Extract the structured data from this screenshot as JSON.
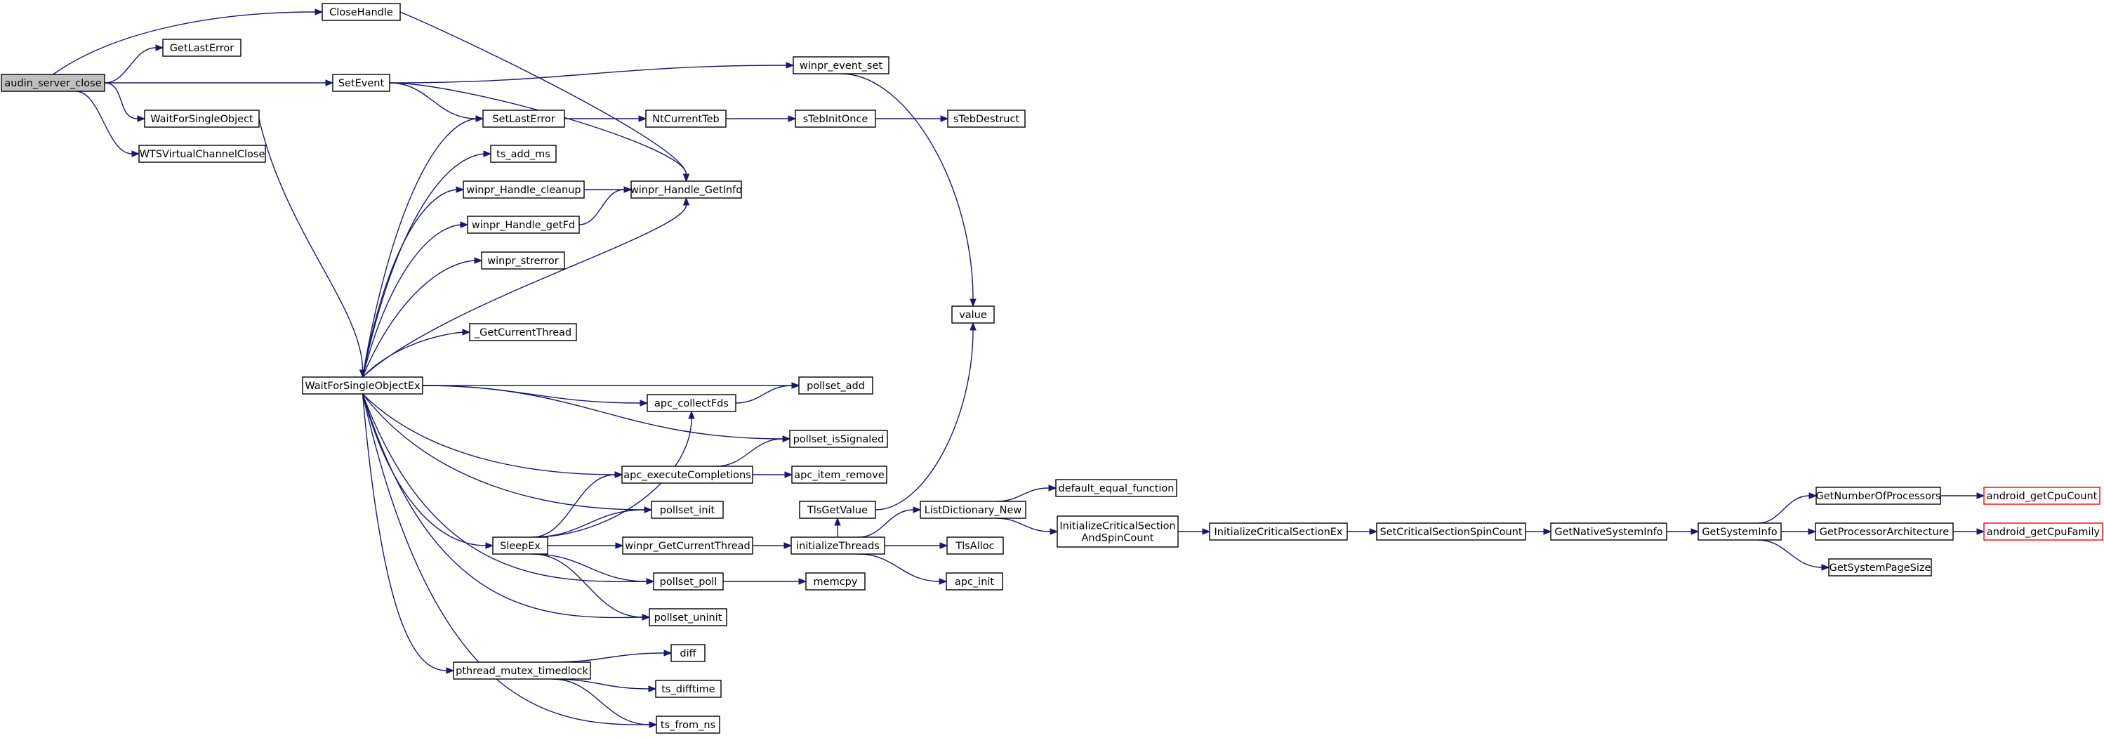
{
  "colors": {
    "edge": "#191970",
    "node_border": "#000000",
    "node_fill": "#ffffff",
    "root_fill": "#bfbfbf",
    "truncated_border": "#ff0000"
  },
  "nodes": [
    {
      "id": "audin_server_close",
      "label": "audin_server_close",
      "role": "root"
    },
    {
      "id": "CloseHandle",
      "label": "CloseHandle"
    },
    {
      "id": "GetLastError",
      "label": "GetLastError"
    },
    {
      "id": "SetEvent",
      "label": "SetEvent"
    },
    {
      "id": "WaitForSingleObject",
      "label": "WaitForSingleObject"
    },
    {
      "id": "WTSVirtualChannelClose",
      "label": "WTSVirtualChannelClose"
    },
    {
      "id": "winpr_event_set",
      "label": "winpr_event_set"
    },
    {
      "id": "SetLastError",
      "label": "SetLastError"
    },
    {
      "id": "NtCurrentTeb",
      "label": "NtCurrentTeb"
    },
    {
      "id": "sTebInitOnce",
      "label": "sTebInitOnce"
    },
    {
      "id": "sTebDestruct",
      "label": "sTebDestruct"
    },
    {
      "id": "ts_add_ms",
      "label": "ts_add_ms"
    },
    {
      "id": "winpr_Handle_cleanup",
      "label": "winpr_Handle_cleanup"
    },
    {
      "id": "winpr_Handle_GetInfo",
      "label": "winpr_Handle_GetInfo"
    },
    {
      "id": "winpr_Handle_getFd",
      "label": "winpr_Handle_getFd"
    },
    {
      "id": "winpr_strerror",
      "label": "winpr_strerror"
    },
    {
      "id": "value",
      "label": "value"
    },
    {
      "id": "_GetCurrentThread",
      "label": "_GetCurrentThread"
    },
    {
      "id": "WaitForSingleObjectEx",
      "label": "WaitForSingleObjectEx"
    },
    {
      "id": "pollset_add",
      "label": "pollset_add"
    },
    {
      "id": "apc_collectFds",
      "label": "apc_collectFds"
    },
    {
      "id": "pollset_isSignaled",
      "label": "pollset_isSignaled"
    },
    {
      "id": "apc_executeCompletions",
      "label": "apc_executeCompletions"
    },
    {
      "id": "apc_item_remove",
      "label": "apc_item_remove"
    },
    {
      "id": "default_equal_function",
      "label": "default_equal_function"
    },
    {
      "id": "ListDictionary_New",
      "label": "ListDictionary_New"
    },
    {
      "id": "pollset_init",
      "label": "pollset_init"
    },
    {
      "id": "TlsGetValue",
      "label": "TlsGetValue"
    },
    {
      "id": "InitializeCriticalSectionAndSpinCount",
      "label": "InitializeCriticalSection\nAndSpinCount"
    },
    {
      "id": "InitializeCriticalSectionEx",
      "label": "InitializeCriticalSectionEx"
    },
    {
      "id": "SetCriticalSectionSpinCount",
      "label": "SetCriticalSectionSpinCount"
    },
    {
      "id": "GetNativeSystemInfo",
      "label": "GetNativeSystemInfo"
    },
    {
      "id": "GetSystemInfo",
      "label": "GetSystemInfo"
    },
    {
      "id": "GetNumberOfProcessors",
      "label": "GetNumberOfProcessors"
    },
    {
      "id": "android_getCpuCount",
      "label": "android_getCpuCount",
      "role": "truncated"
    },
    {
      "id": "GetProcessorArchitecture",
      "label": "GetProcessorArchitecture"
    },
    {
      "id": "android_getCpuFamily",
      "label": "android_getCpuFamily",
      "role": "truncated"
    },
    {
      "id": "GetSystemPageSize",
      "label": "GetSystemPageSize"
    },
    {
      "id": "SleepEx",
      "label": "SleepEx"
    },
    {
      "id": "winpr_GetCurrentThread",
      "label": "winpr_GetCurrentThread"
    },
    {
      "id": "initializeThreads",
      "label": "initializeThreads"
    },
    {
      "id": "TlsAlloc",
      "label": "TlsAlloc"
    },
    {
      "id": "apc_init",
      "label": "apc_init"
    },
    {
      "id": "pollset_poll",
      "label": "pollset_poll"
    },
    {
      "id": "memcpy",
      "label": "memcpy"
    },
    {
      "id": "pollset_uninit",
      "label": "pollset_uninit"
    },
    {
      "id": "diff",
      "label": "diff"
    },
    {
      "id": "pthread_mutex_timedlock",
      "label": "pthread_mutex_timedlock"
    },
    {
      "id": "ts_difftime",
      "label": "ts_difftime"
    },
    {
      "id": "ts_from_ns",
      "label": "ts_from_ns"
    }
  ],
  "edges": [
    [
      "audin_server_close",
      "CloseHandle"
    ],
    [
      "audin_server_close",
      "GetLastError"
    ],
    [
      "audin_server_close",
      "SetEvent"
    ],
    [
      "audin_server_close",
      "WaitForSingleObject"
    ],
    [
      "audin_server_close",
      "WTSVirtualChannelClose"
    ],
    [
      "CloseHandle",
      "winpr_Handle_GetInfo"
    ],
    [
      "SetEvent",
      "winpr_event_set"
    ],
    [
      "SetEvent",
      "SetLastError"
    ],
    [
      "SetEvent",
      "winpr_Handle_GetInfo"
    ],
    [
      "winpr_event_set",
      "value"
    ],
    [
      "SetLastError",
      "NtCurrentTeb"
    ],
    [
      "NtCurrentTeb",
      "sTebInitOnce"
    ],
    [
      "sTebInitOnce",
      "sTebDestruct"
    ],
    [
      "WaitForSingleObject",
      "WaitForSingleObjectEx"
    ],
    [
      "WaitForSingleObjectEx",
      "SetLastError"
    ],
    [
      "WaitForSingleObjectEx",
      "ts_add_ms"
    ],
    [
      "WaitForSingleObjectEx",
      "winpr_Handle_cleanup"
    ],
    [
      "WaitForSingleObjectEx",
      "winpr_Handle_getFd"
    ],
    [
      "WaitForSingleObjectEx",
      "winpr_strerror"
    ],
    [
      "WaitForSingleObjectEx",
      "winpr_Handle_GetInfo"
    ],
    [
      "WaitForSingleObjectEx",
      "_GetCurrentThread"
    ],
    [
      "WaitForSingleObjectEx",
      "pollset_add"
    ],
    [
      "WaitForSingleObjectEx",
      "apc_collectFds"
    ],
    [
      "WaitForSingleObjectEx",
      "pollset_isSignaled"
    ],
    [
      "WaitForSingleObjectEx",
      "apc_executeCompletions"
    ],
    [
      "WaitForSingleObjectEx",
      "pollset_init"
    ],
    [
      "WaitForSingleObjectEx",
      "SleepEx"
    ],
    [
      "WaitForSingleObjectEx",
      "pollset_poll"
    ],
    [
      "WaitForSingleObjectEx",
      "pollset_uninit"
    ],
    [
      "WaitForSingleObjectEx",
      "pthread_mutex_timedlock"
    ],
    [
      "WaitForSingleObjectEx",
      "ts_from_ns"
    ],
    [
      "winpr_Handle_cleanup",
      "winpr_Handle_GetInfo"
    ],
    [
      "winpr_Handle_getFd",
      "winpr_Handle_GetInfo"
    ],
    [
      "apc_collectFds",
      "pollset_add"
    ],
    [
      "apc_executeCompletions",
      "pollset_isSignaled"
    ],
    [
      "apc_executeCompletions",
      "apc_item_remove"
    ],
    [
      "SleepEx",
      "apc_collectFds"
    ],
    [
      "SleepEx",
      "apc_executeCompletions"
    ],
    [
      "SleepEx",
      "pollset_init"
    ],
    [
      "SleepEx",
      "winpr_GetCurrentThread"
    ],
    [
      "SleepEx",
      "pollset_poll"
    ],
    [
      "SleepEx",
      "pollset_uninit"
    ],
    [
      "winpr_GetCurrentThread",
      "initializeThreads"
    ],
    [
      "initializeThreads",
      "TlsGetValue"
    ],
    [
      "initializeThreads",
      "ListDictionary_New"
    ],
    [
      "initializeThreads",
      "TlsAlloc"
    ],
    [
      "initializeThreads",
      "apc_init"
    ],
    [
      "TlsGetValue",
      "value"
    ],
    [
      "ListDictionary_New",
      "default_equal_function"
    ],
    [
      "ListDictionary_New",
      "InitializeCriticalSectionAndSpinCount"
    ],
    [
      "InitializeCriticalSectionAndSpinCount",
      "InitializeCriticalSectionEx"
    ],
    [
      "InitializeCriticalSectionEx",
      "SetCriticalSectionSpinCount"
    ],
    [
      "SetCriticalSectionSpinCount",
      "GetNativeSystemInfo"
    ],
    [
      "GetNativeSystemInfo",
      "GetSystemInfo"
    ],
    [
      "GetSystemInfo",
      "GetNumberOfProcessors"
    ],
    [
      "GetSystemInfo",
      "GetProcessorArchitecture"
    ],
    [
      "GetSystemInfo",
      "GetSystemPageSize"
    ],
    [
      "GetNumberOfProcessors",
      "android_getCpuCount"
    ],
    [
      "GetProcessorArchitecture",
      "android_getCpuFamily"
    ],
    [
      "pollset_poll",
      "memcpy"
    ],
    [
      "pthread_mutex_timedlock",
      "diff"
    ],
    [
      "pthread_mutex_timedlock",
      "ts_difftime"
    ],
    [
      "pthread_mutex_timedlock",
      "ts_from_ns"
    ]
  ]
}
